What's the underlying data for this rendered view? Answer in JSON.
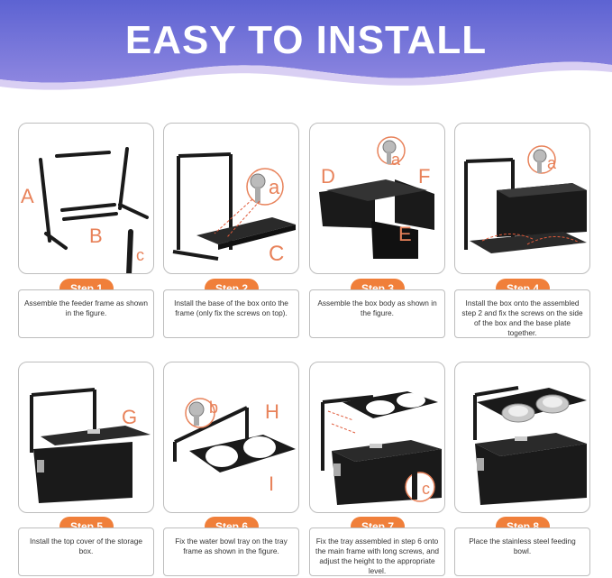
{
  "header": {
    "title": "EASY TO INSTALL"
  },
  "colors": {
    "banner_top": "#6a6fd8",
    "banner_bottom": "#c7b7ee",
    "badge": "#f07f3a",
    "label": "#e8825a"
  },
  "steps": [
    {
      "badge": "Step 1",
      "description": "Assemble the feeder frame as shown in the figure.",
      "labels": [
        "A",
        "B",
        "c"
      ]
    },
    {
      "badge": "Step 2",
      "description": "Install the base of the box onto the frame (only fix the screws on top).",
      "labels": [
        "a",
        "C"
      ]
    },
    {
      "badge": "Step 3",
      "description": "Assemble the box body as shown in the figure.",
      "labels": [
        "a",
        "D",
        "F",
        "E"
      ]
    },
    {
      "badge": "Step 4",
      "description": "Install the box onto the assembled step 2 and fix the screws on the side of the box and the base plate together.",
      "labels": [
        "a"
      ]
    },
    {
      "badge": "Step 5",
      "description": "Install the top cover of the storage box.",
      "labels": [
        "G"
      ]
    },
    {
      "badge": "Step 6",
      "description": "Fix the water bowl tray on the tray frame as shown in the figure.",
      "labels": [
        "b",
        "H",
        "I"
      ]
    },
    {
      "badge": "Step 7",
      "description": "Fix the tray assembled in step 6 onto the main frame with long screws, and adjust the height to the appropriate level.",
      "labels": [
        "c"
      ]
    },
    {
      "badge": "Step 8",
      "description": "Place the stainless steel feeding bowl.",
      "labels": []
    }
  ]
}
